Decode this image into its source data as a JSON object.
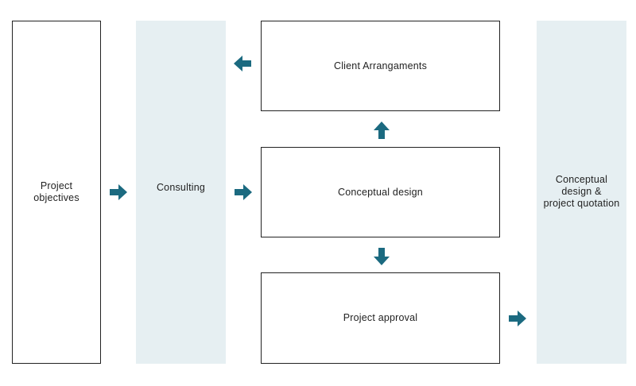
{
  "diagram": {
    "nodes": {
      "project_objectives": "Project\nobjectives",
      "consulting": "Consulting",
      "client_arrangements": "Client Arrangaments",
      "conceptual_design": "Conceptual design",
      "project_approval": "Project approval",
      "quotation": "Conceptual\ndesign &\nproject quotation"
    },
    "colors": {
      "arrow": "#1b6a80",
      "shaded_panel": "#e6eff2",
      "outline": "#222222"
    },
    "edges": [
      {
        "from": "project_objectives",
        "to": "consulting",
        "direction": "right"
      },
      {
        "from": "consulting",
        "to": "conceptual_design",
        "direction": "right"
      },
      {
        "from": "client_arrangements",
        "to": "consulting",
        "direction": "left"
      },
      {
        "from": "conceptual_design",
        "to": "client_arrangements",
        "direction": "up"
      },
      {
        "from": "conceptual_design",
        "to": "project_approval",
        "direction": "down"
      },
      {
        "from": "project_approval",
        "to": "quotation",
        "direction": "right"
      }
    ]
  }
}
